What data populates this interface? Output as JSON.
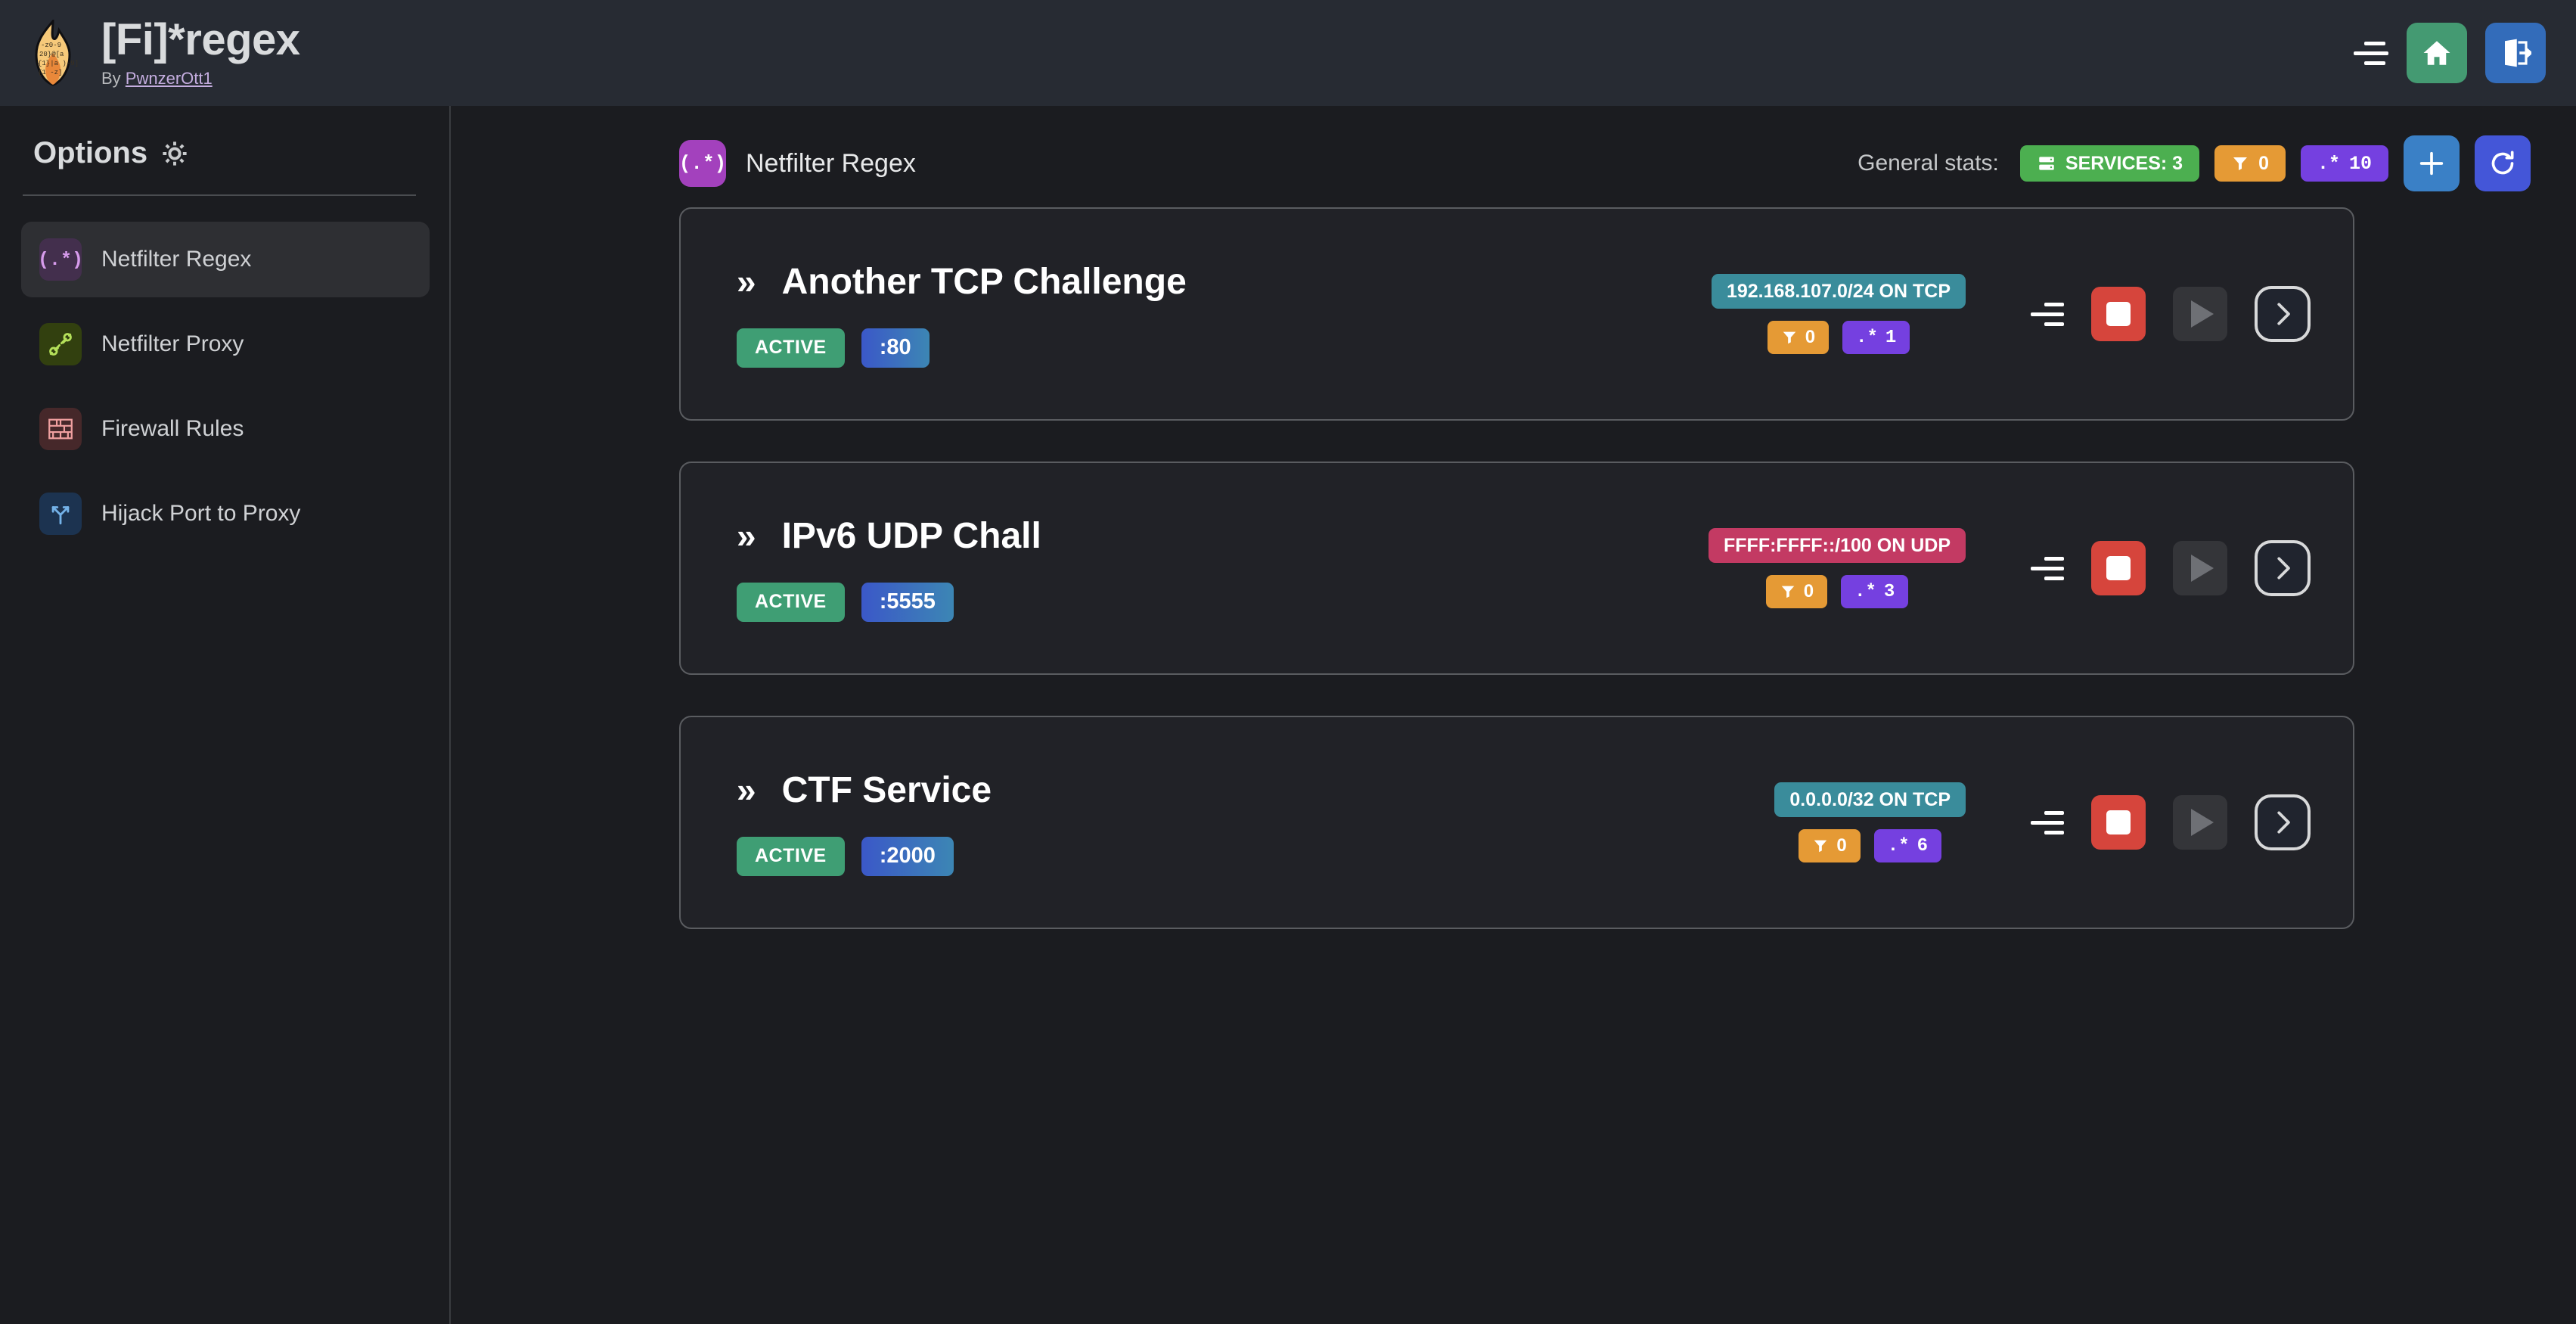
{
  "header": {
    "title": "[Fi]*regex",
    "by_prefix": "By ",
    "author": "PwnzerOtt1",
    "logo_icon": "flame-logo",
    "menu_icon": "hamburger-icon",
    "home_icon": "home-icon",
    "logout_icon": "logout-icon"
  },
  "sidebar": {
    "title": "Options",
    "gear_icon": "gear-icon",
    "items": [
      {
        "label": "Netfilter Regex",
        "icon": "regex-icon",
        "icon_text": "(.*)",
        "active": true
      },
      {
        "label": "Netfilter Proxy",
        "icon": "plug-icon",
        "icon_text": "",
        "active": false
      },
      {
        "label": "Firewall Rules",
        "icon": "brick-wall-icon",
        "icon_text": "",
        "active": false
      },
      {
        "label": "Hijack Port to Proxy",
        "icon": "route-fork-icon",
        "icon_text": "",
        "active": false
      }
    ]
  },
  "main": {
    "page_icon": "regex-icon",
    "page_icon_text": "(.*)",
    "page_title": "Netfilter Regex",
    "stats_label": "General stats:",
    "stats": {
      "services_icon": "server-icon",
      "services_label": "SERVICES: 3",
      "filter_icon": "filter-icon",
      "filter_count": "0",
      "regex_icon": "regex-glyph",
      "regex_symbol": ".*",
      "regex_count": "10"
    },
    "add_icon": "plus-icon",
    "refresh_icon": "refresh-icon",
    "services": [
      {
        "chevron": "»",
        "name": "Another TCP Challenge",
        "status": "ACTIVE",
        "port": ":80",
        "network": "192.168.107.0/24 ON TCP",
        "network_proto": "tcp",
        "filter_icon": "filter-icon",
        "filter_count": "0",
        "regex_symbol": ".*",
        "regex_count": "1",
        "menu_icon": "lines-icon",
        "stop_icon": "stop-icon",
        "play_icon": "play-icon",
        "expand_icon": "chevron-right-icon"
      },
      {
        "chevron": "»",
        "name": "IPv6 UDP Chall",
        "status": "ACTIVE",
        "port": ":5555",
        "network": "FFFF:FFFF::/100 ON UDP",
        "network_proto": "udp",
        "filter_icon": "filter-icon",
        "filter_count": "0",
        "regex_symbol": ".*",
        "regex_count": "3",
        "menu_icon": "lines-icon",
        "stop_icon": "stop-icon",
        "play_icon": "play-icon",
        "expand_icon": "chevron-right-icon"
      },
      {
        "chevron": "»",
        "name": "CTF Service",
        "status": "ACTIVE",
        "port": ":2000",
        "network": "0.0.0.0/32 ON TCP",
        "network_proto": "tcp",
        "filter_icon": "filter-icon",
        "filter_count": "0",
        "regex_symbol": ".*",
        "regex_count": "6",
        "menu_icon": "lines-icon",
        "stop_icon": "stop-icon",
        "play_icon": "play-icon",
        "expand_icon": "chevron-right-icon"
      }
    ]
  },
  "colors": {
    "topbar_bg": "#272b33",
    "page_bg": "#1b1c20",
    "card_bg": "#212227",
    "card_border": "#5a5c60",
    "accent_purple": "#7540e0",
    "accent_orange": "#e59a35",
    "accent_green": "#4caf50",
    "status_green": "#3f9e74",
    "stop_red": "#d6453c",
    "net_tcp_teal": "#3a8c9b",
    "net_udp_pink": "#c33a63",
    "home_green": "#449a72",
    "logout_blue": "#336cba",
    "add_blue": "#3a80c6",
    "refresh_blue": "#4456d8"
  }
}
